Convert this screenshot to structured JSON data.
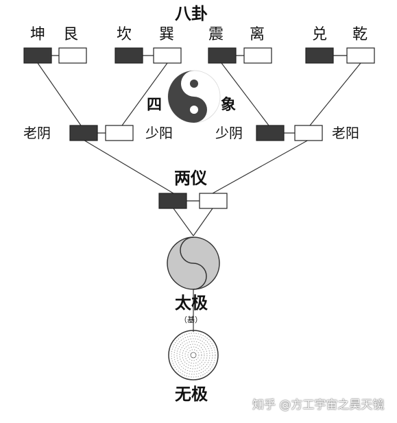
{
  "title_bagua": "八卦",
  "trigrams": [
    "坤",
    "艮",
    "坎",
    "巽",
    "震",
    "离",
    "兑",
    "乾"
  ],
  "sixiang": {
    "char1": "四",
    "char2": "象"
  },
  "four_images": [
    "老阴",
    "少阳",
    "少阴",
    "老阳"
  ],
  "liangyi": "两仪",
  "taiji": "太极",
  "taiji_note": "（基）",
  "wuji": "无极",
  "watermark": "知乎 @方工宇宙之昊天镜",
  "colors": {
    "yin_block": "#3a3a3a",
    "yang_block": "#ffffff",
    "taiji_fill": "#c8c8c8",
    "line": "#333333"
  }
}
